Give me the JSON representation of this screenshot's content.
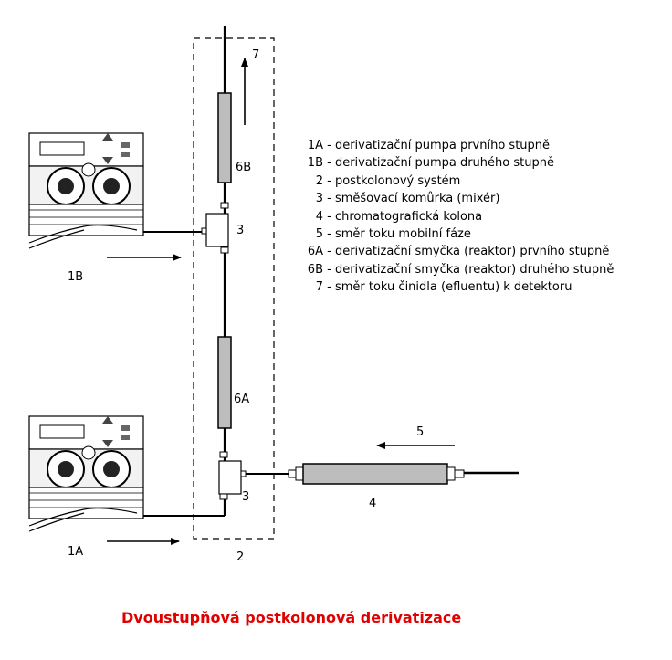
{
  "labels": {
    "flow_arrow_top": "7",
    "reactor_b": "6B",
    "mixer_b": "3",
    "pump_b": "1B",
    "reactor_a": "6A",
    "flow_arrow_right": "5",
    "mixer_a": "3",
    "column": "4",
    "pump_a": "1A",
    "system": "2"
  },
  "legend": [
    {
      "key": "1A",
      "text": "- derivatizační pumpa prvního stupně"
    },
    {
      "key": "1B",
      "text": "- derivatizační pumpa druhého stupně"
    },
    {
      "key": "2",
      "text": "- postkolonový systém"
    },
    {
      "key": "3",
      "text": "- směšovací komůrka (mixér)"
    },
    {
      "key": "4",
      "text": "- chromatografická kolona"
    },
    {
      "key": "5",
      "text": "- směr toku mobilní fáze"
    },
    {
      "key": "6A",
      "text": "- derivatizační smyčka  (reaktor) prvního stupně"
    },
    {
      "key": "6B",
      "text": "- derivatizační smyčka (reaktor) druhého stupně"
    },
    {
      "key": "7",
      "text": "- směr toku činidla (efluentu)  k detektoru"
    }
  ],
  "title": "Dvoustupňová postkolonová derivatizace",
  "colors": {
    "title": "#e00000",
    "reactor_fill": "#bdbdbd",
    "line": "#000000"
  }
}
